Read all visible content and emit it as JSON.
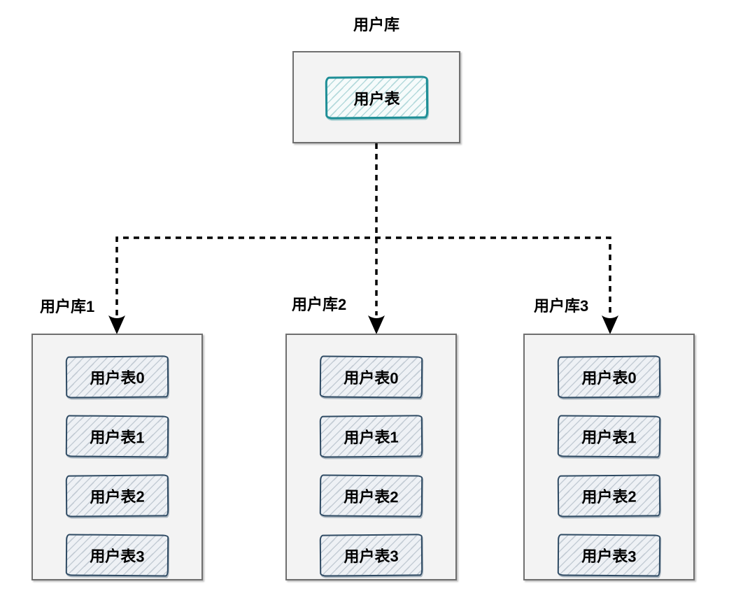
{
  "root": {
    "label": "用户库",
    "table": "用户表"
  },
  "shards": [
    {
      "label": "用户库1",
      "tables": [
        "用户表0",
        "用户表1",
        "用户表2",
        "用户表3"
      ]
    },
    {
      "label": "用户库2",
      "tables": [
        "用户表0",
        "用户表1",
        "用户表2",
        "用户表3"
      ]
    },
    {
      "label": "用户库3",
      "tables": [
        "用户表0",
        "用户表1",
        "用户表2",
        "用户表3"
      ]
    }
  ],
  "colors": {
    "canvas_background": "#ffffff",
    "container_fill": "#f3f3f3",
    "container_border": "#6f6f6f",
    "root_table_border": "#1e8e96",
    "root_table_fill": "#f6fbfb",
    "shard_table_border": "#2e4a63",
    "shard_table_fill": "#eef1f5",
    "connector": "#000000",
    "label_text": "#000000"
  }
}
